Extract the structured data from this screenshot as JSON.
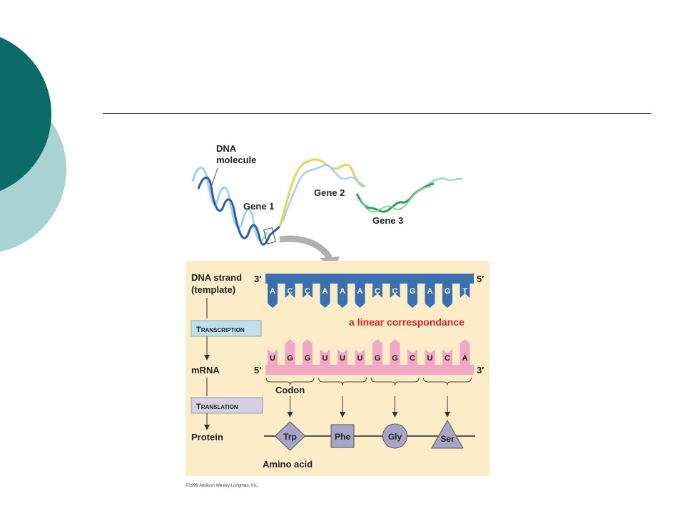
{
  "slide": {
    "colors": {
      "dark_teal": "#0b6b69",
      "light_teal": "#a9d3d2",
      "panel": "#fdecc8",
      "dna_blue": "#3a6fb2",
      "mrna_pink": "#f2a8c4",
      "gene2_yellow": "#e8d35a",
      "gene3_green": "#2c9e58",
      "highlight_red": "#e0202c",
      "amino_fill": "#a8a4c8"
    }
  },
  "diagram": {
    "dna_molecule_label_line1": "DNA",
    "dna_molecule_label_line2": "molecule",
    "gene1_label": "Gene 1",
    "gene2_label": "Gene 2",
    "gene3_label": "Gene 3",
    "dna_strand_label_line1": "DNA strand",
    "dna_strand_label_line2": "(template)",
    "transcription_label": "Transcription",
    "mrna_label": "mRNA",
    "translation_label": "Translation",
    "protein_label": "Protein",
    "dna_end_left": "3′",
    "dna_end_right": "5′",
    "mrna_end_left": "5′",
    "mrna_end_right": "3′",
    "dna_bases": [
      "A",
      "C",
      "C",
      "A",
      "A",
      "A",
      "C",
      "C",
      "G",
      "A",
      "G",
      "T"
    ],
    "mrna_bases": [
      "U",
      "G",
      "G",
      "U",
      "U",
      "U",
      "G",
      "G",
      "C",
      "U",
      "C",
      "A"
    ],
    "annotation": "a linear correspondance",
    "codon_label": "Codon",
    "amino_acids": [
      "Trp",
      "Phe",
      "Gly",
      "Ser"
    ],
    "amino_acid_label": "Amino acid",
    "copyright": "©1999 Addison Wesley Longman, Inc."
  }
}
